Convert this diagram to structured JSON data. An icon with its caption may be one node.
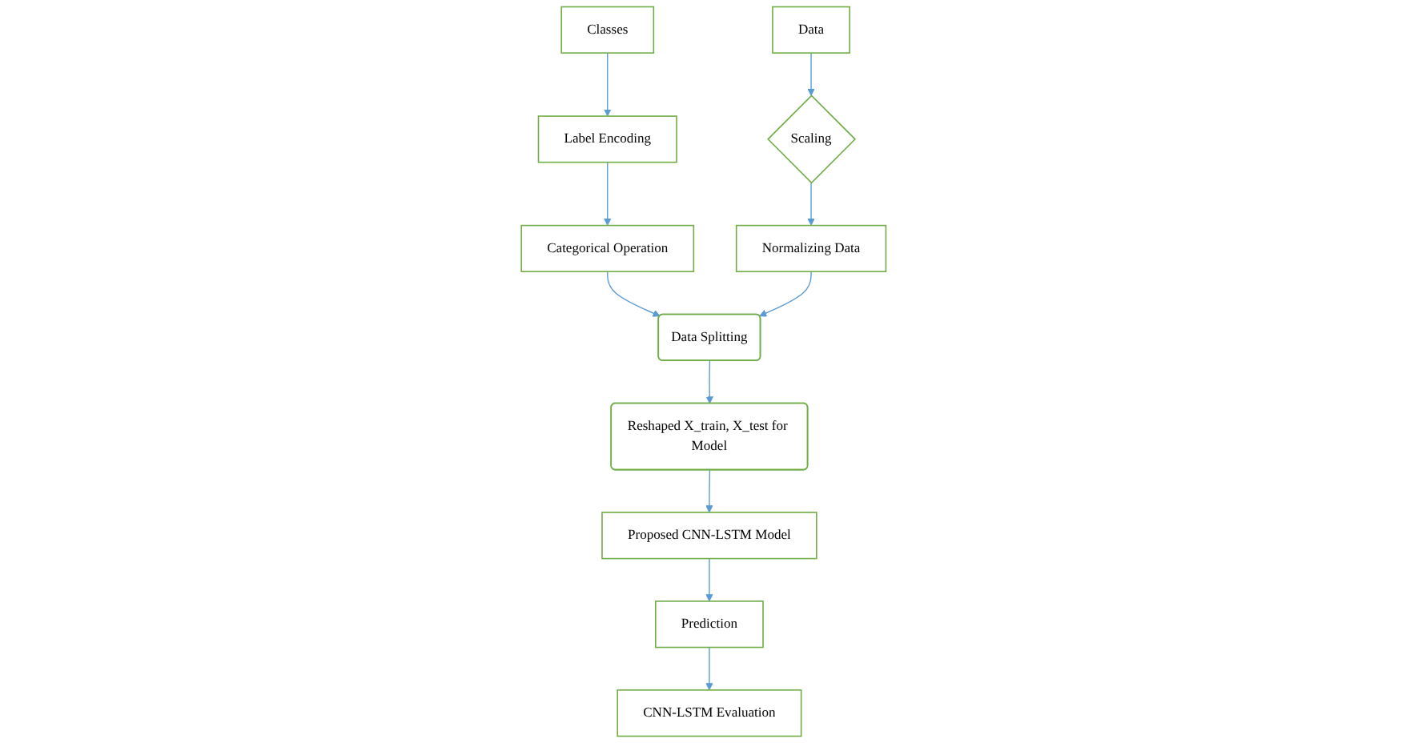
{
  "diagram": {
    "nodes": [
      {
        "text": [
          "Classes"
        ]
      },
      {
        "text": [
          "Label Encoding"
        ]
      },
      {
        "text": [
          "Categorical Operation"
        ]
      },
      {
        "text": [
          "Data Splitting"
        ]
      },
      {
        "text": [
          "Reshaped X_train, X_test for Model"
        ]
      },
      {
        "text": [
          "Proposed CNN-LSTM Model"
        ]
      },
      {
        "text": [
          "Prediction"
        ]
      },
      {
        "text": [
          "CNN-LSTM Evaluation"
        ]
      },
      {
        "text": [
          "Data"
        ]
      },
      {
        "text": [
          "Scaling"
        ]
      },
      {
        "text": [
          "Normalizing Data"
        ]
      }
    ],
    "edges": [
      {
        "from": 0,
        "to": 1,
        "arrow": "to"
      },
      {
        "from": 1,
        "to": 2,
        "arrow": "to"
      },
      {
        "from": 2,
        "to": 3,
        "arrow": "to"
      },
      {
        "from": 3,
        "to": 4,
        "arrow": "to"
      },
      {
        "from": 4,
        "to": 5,
        "arrow": "to"
      },
      {
        "from": 5,
        "to": 6,
        "arrow": "to"
      },
      {
        "from": 6,
        "to": 7,
        "arrow": "to"
      },
      {
        "from": 8,
        "to": 9,
        "arrow": "to"
      },
      {
        "from": 9,
        "to": 10,
        "arrow": "to"
      },
      {
        "from": 10,
        "to": 3,
        "arrow": "to"
      }
    ]
  }
}
